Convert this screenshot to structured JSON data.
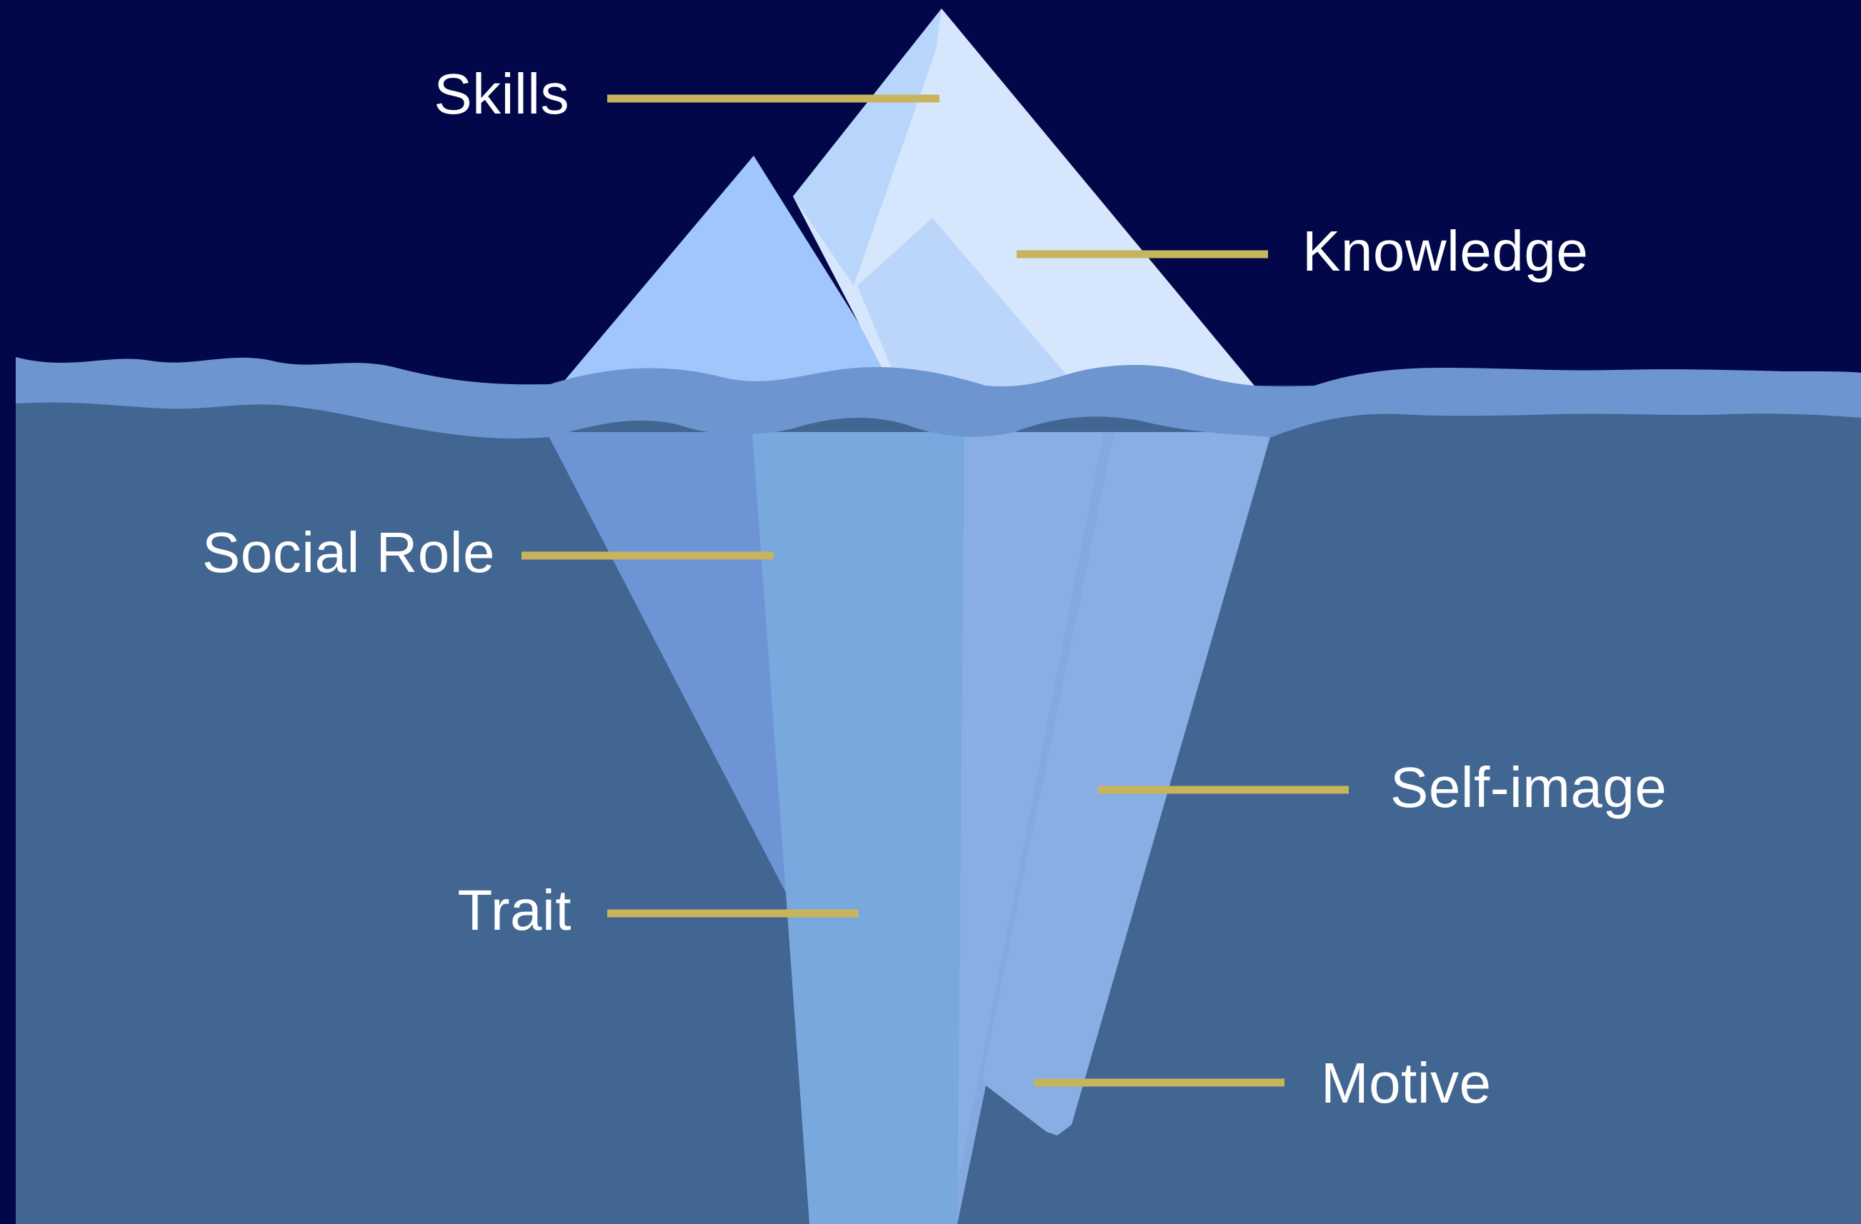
{
  "colors": {
    "sky": "#02074a",
    "water_deep": "#426692",
    "water_band": "#6d95d0",
    "leader_line": "#c7b45c",
    "label_text": "#ffffff"
  },
  "labels": {
    "skills": "Skills",
    "knowledge": "Knowledge",
    "social_role": "Social Role",
    "self_image": "Self-image",
    "trait": "Trait",
    "motive": "Motive"
  }
}
